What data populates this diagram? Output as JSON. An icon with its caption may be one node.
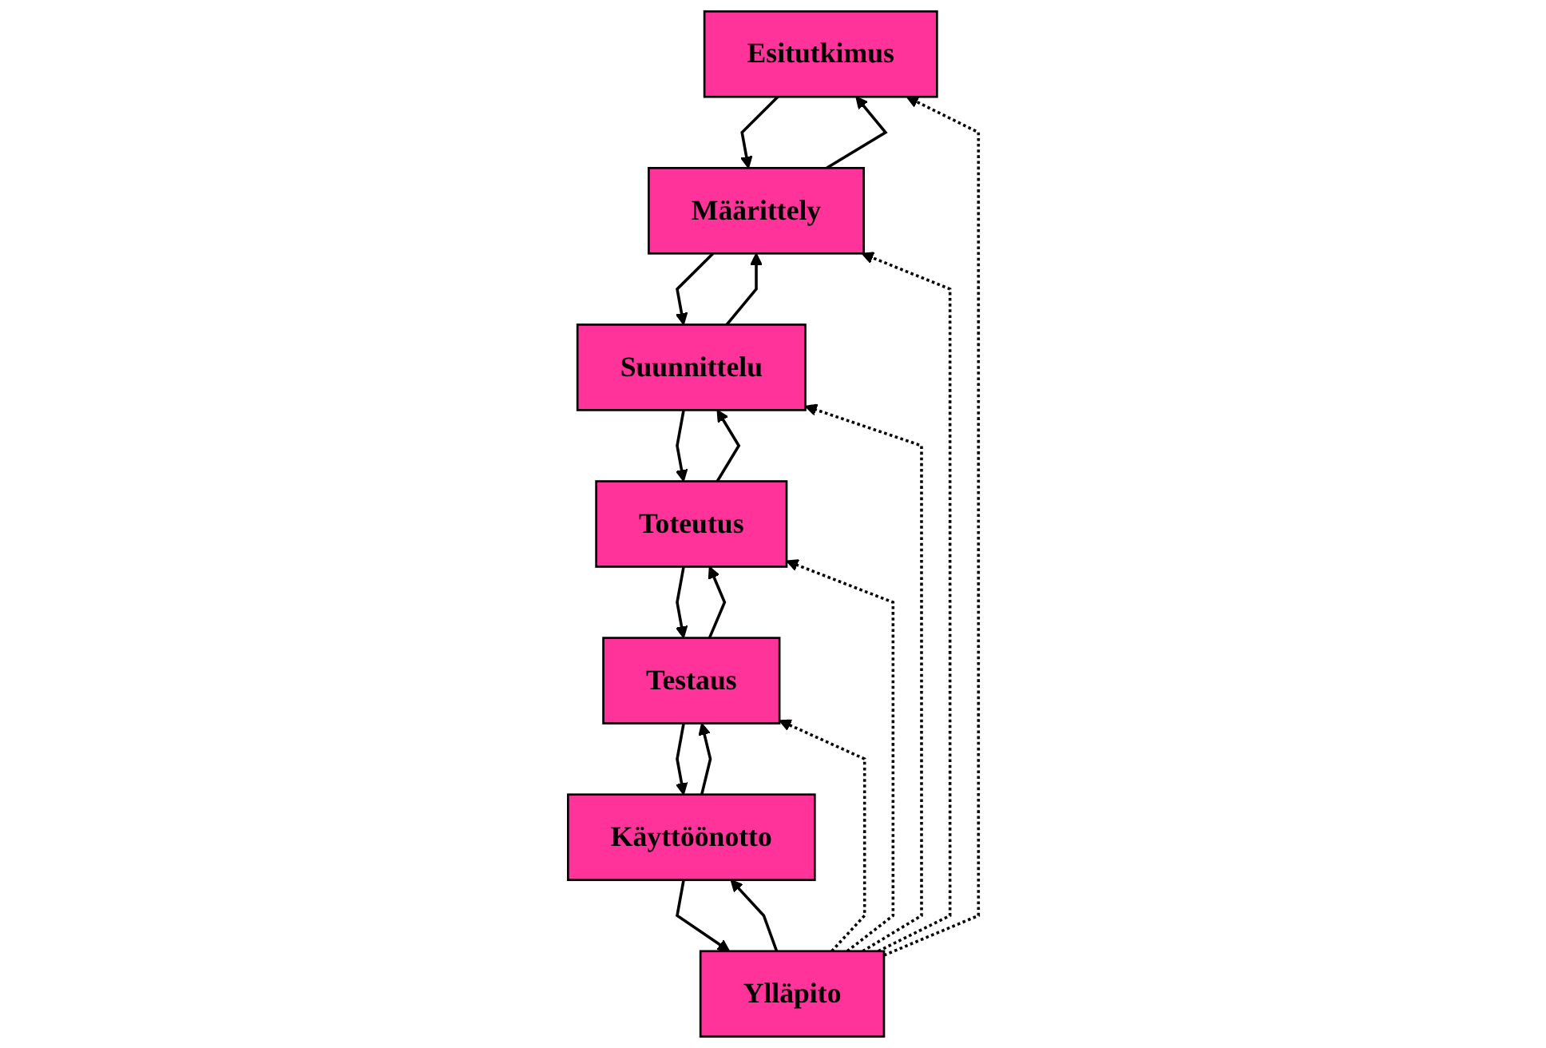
{
  "diagram": {
    "nodes": [
      {
        "text": [
          "Esitutkimus"
        ]
      },
      {
        "text": [
          "Määrittely"
        ]
      },
      {
        "text": [
          "Suunnittelu"
        ]
      },
      {
        "text": [
          "Toteutus"
        ]
      },
      {
        "text": [
          "Testaus"
        ]
      },
      {
        "text": [
          "Käyttöönotto"
        ]
      },
      {
        "text": [
          "Ylläpito"
        ]
      }
    ],
    "edges": [
      {
        "from": 0,
        "to": 1,
        "arrow": "to"
      },
      {
        "from": 1,
        "to": 2,
        "arrow": "to"
      },
      {
        "from": 2,
        "to": 3,
        "arrow": "to"
      },
      {
        "from": 3,
        "to": 4,
        "arrow": "to"
      },
      {
        "from": 4,
        "to": 5,
        "arrow": "to"
      },
      {
        "from": 5,
        "to": 6,
        "arrow": "to"
      },
      {
        "from": 1,
        "to": 0,
        "arrow": "to"
      },
      {
        "from": 2,
        "to": 1,
        "arrow": "to"
      },
      {
        "from": 3,
        "to": 2,
        "arrow": "to"
      },
      {
        "from": 4,
        "to": 3,
        "arrow": "to"
      },
      {
        "from": 5,
        "to": 4,
        "arrow": "to"
      },
      {
        "from": 6,
        "to": 5,
        "arrow": "to"
      },
      {
        "from": 6,
        "to": 4,
        "arrow": "to",
        "style": "dashed"
      },
      {
        "from": 6,
        "to": 3,
        "arrow": "to",
        "style": "dashed"
      },
      {
        "from": 6,
        "to": 2,
        "arrow": "to",
        "style": "dashed"
      },
      {
        "from": 6,
        "to": 1,
        "arrow": "to",
        "style": "dashed"
      },
      {
        "from": 6,
        "to": 0,
        "arrow": "to",
        "style": "dashed"
      }
    ]
  }
}
